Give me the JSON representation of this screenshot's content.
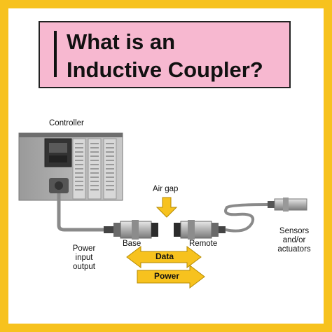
{
  "title": {
    "line1": "What is an",
    "line2": "Inductive Coupler?"
  },
  "labels": {
    "controller": "Controller",
    "air_gap": "Air gap",
    "base": "Base",
    "remote": "Remote",
    "power_io_1": "Power",
    "power_io_2": "input",
    "power_io_3": "output",
    "sensors_1": "Sensors",
    "sensors_2": "and/or",
    "sensors_3": "actuators"
  },
  "arrows": {
    "data": "Data",
    "power": "Power"
  },
  "colors": {
    "frame": "#f7c21e",
    "title_bg": "#f7b8d0",
    "arrow_fill": "#f7c21e",
    "arrow_stroke": "#b58a00"
  }
}
